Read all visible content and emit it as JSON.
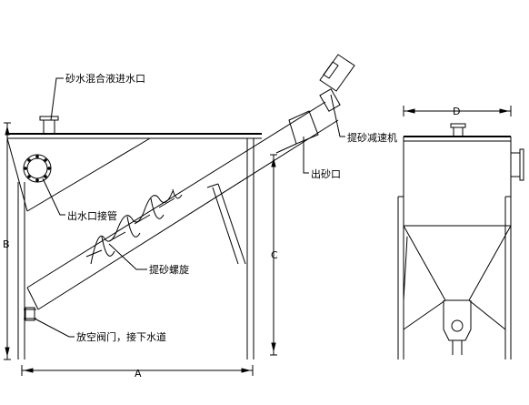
{
  "labels": {
    "inlet": "砂水混合液进水口",
    "reducer": "提砂减速机",
    "sand_outlet": "出砂口",
    "water_outlet_pipe": "出水口接管",
    "screw": "提砂螺旋",
    "drain_valve": "放空阀门，接下水道"
  },
  "dimensions": {
    "a": "A",
    "b": "B",
    "c": "C",
    "d": "D"
  }
}
